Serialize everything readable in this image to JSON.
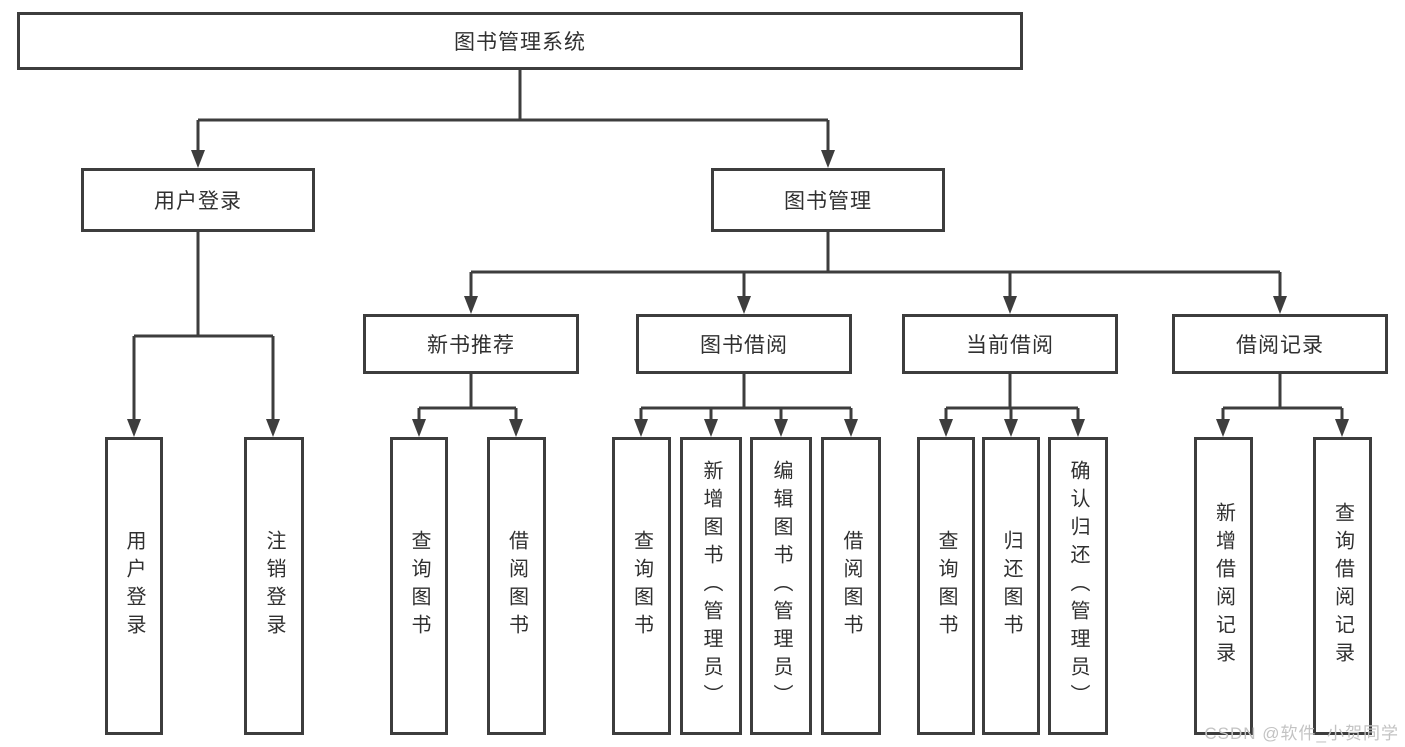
{
  "tree": {
    "root": {
      "label": "图书管理系统"
    },
    "branches": [
      {
        "label": "用户登录",
        "leaves": [
          {
            "label": "用户登录"
          },
          {
            "label": "注销登录"
          }
        ]
      },
      {
        "label": "图书管理",
        "groups": [
          {
            "label": "新书推荐",
            "leaves": [
              {
                "label": "查询图书"
              },
              {
                "label": "借阅图书"
              }
            ]
          },
          {
            "label": "图书借阅",
            "leaves": [
              {
                "label": "查询图书"
              },
              {
                "label": "新增图书（管理员）"
              },
              {
                "label": "编辑图书（管理员）"
              },
              {
                "label": "借阅图书"
              }
            ]
          },
          {
            "label": "当前借阅",
            "leaves": [
              {
                "label": "查询图书"
              },
              {
                "label": "归还图书"
              },
              {
                "label": "确认归还（管理员）"
              }
            ]
          },
          {
            "label": "借阅记录",
            "leaves": [
              {
                "label": "新增借阅记录"
              },
              {
                "label": "查询借阅记录"
              }
            ]
          }
        ]
      }
    ]
  },
  "watermark": {
    "text": "CSDN @软件_小贺同学"
  },
  "colors": {
    "line": "#3d3d3d",
    "text": "#303030",
    "watermark": "#c3c3c3",
    "background": "#ffffff"
  }
}
